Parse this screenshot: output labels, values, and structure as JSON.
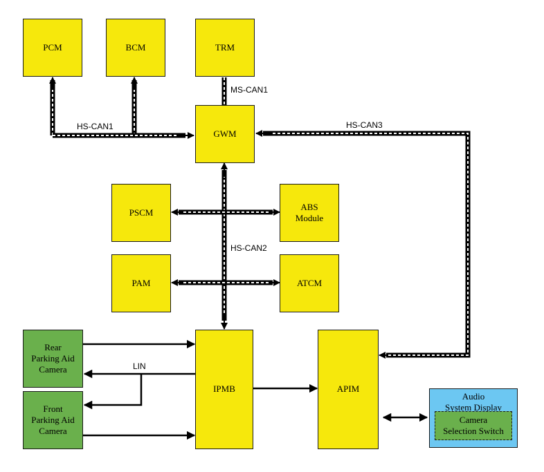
{
  "modules": {
    "pcm": "PCM",
    "bcm": "BCM",
    "trm": "TRM",
    "gwm": "GWM",
    "pscm": "PSCM",
    "abs": "ABS\nModule",
    "pam": "PAM",
    "atcm": "ATCM",
    "ipmb": "IPMB",
    "apim": "APIM",
    "rear_camera": "Rear\nParking Aid\nCamera",
    "front_camera": "Front\nParking Aid\nCamera",
    "audio_display": "Audio\nSystem Display",
    "camera_switch": "Camera\nSelection Switch"
  },
  "buses": {
    "hs_can1": "HS-CAN1",
    "ms_can1": "MS-CAN1",
    "hs_can3": "HS-CAN3",
    "hs_can2": "HS-CAN2",
    "lin": "LIN"
  },
  "colors": {
    "module": "#f6e80c",
    "camera": "#6ab04c",
    "display": "#6cc7f2",
    "line": "#000000",
    "bus_dash": "#ffffff"
  }
}
